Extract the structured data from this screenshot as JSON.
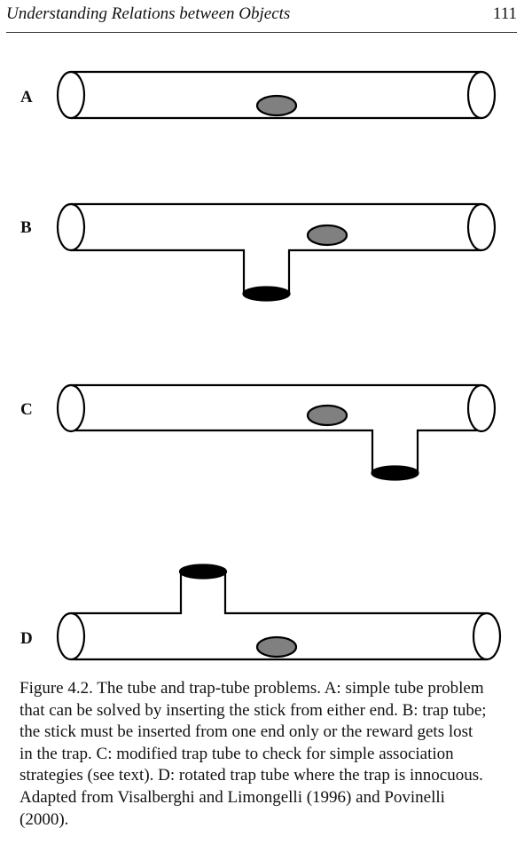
{
  "running_head": {
    "title": "Understanding Relations between Objects",
    "page_number": "111"
  },
  "figure": {
    "panels": [
      {
        "label": "A",
        "trap": "none"
      },
      {
        "label": "B",
        "trap": "below, center"
      },
      {
        "label": "C",
        "trap": "below, right of reward"
      },
      {
        "label": "D",
        "trap": "above (rotated)"
      }
    ],
    "colors": {
      "outline": "#000000",
      "reward": "#808080",
      "trap_opening": "#000000",
      "tube_fill": "#ffffff"
    }
  },
  "caption": {
    "lines": [
      "Figure 4.2. The tube and trap-tube problems. A: simple tube problem",
      "that can be solved by inserting the stick from either end. B: trap tube;",
      "the stick must be inserted from one end only or the reward gets lost",
      "in the trap. C: modified trap tube to check for simple association",
      "strategies (see text). D: rotated trap tube where the trap is innocuous.",
      "Adapted from Visalberghi and Limongelli (1996) and Povinelli",
      "(2000)."
    ]
  }
}
